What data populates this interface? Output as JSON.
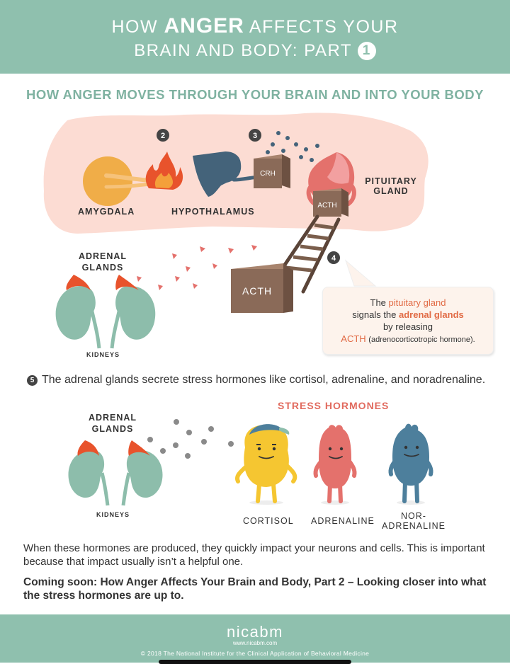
{
  "header": {
    "title_pre": "HOW",
    "title_bold": "ANGER",
    "title_post": "AFFECTS YOUR",
    "title_line2": "BRAIN AND BODY: PART",
    "part_number": "1"
  },
  "subtitle": "HOW ANGER MOVES THROUGH YOUR BRAIN AND INTO YOUR BODY",
  "brain": {
    "step2": "2",
    "step3": "3",
    "step4": "4",
    "amygdala": "AMYGDALA",
    "hypothalamus": "HYPOTHALAMUS",
    "pituitary_line1": "PITUITARY",
    "pituitary_line2": "GLAND",
    "crh": "CRH",
    "acth_small": "ACTH",
    "acth_big": "ACTH",
    "adrenal_line1": "ADRENAL",
    "adrenal_line2": "GLANDS",
    "kidneys": "KIDNEYS"
  },
  "callout": {
    "p1": "The",
    "pituitary": "pituitary gland",
    "p2": "signals the",
    "adrenal": "adrenal glands",
    "p3": "by releasing",
    "acth": "ACTH",
    "acth_full": "(adrenocorticotropic hormone)."
  },
  "step5": {
    "number": "5",
    "text": "The adrenal glands secrete stress hormones like cortisol, adrenaline, and noradrenaline."
  },
  "hormones": {
    "title": "STRESS HORMONES",
    "adrenal_line1": "ADRENAL",
    "adrenal_line2": "GLANDS",
    "kidneys": "KIDNEYS",
    "cortisol": "CORTISOL",
    "adrenaline": "ADRENALINE",
    "nor_line1": "NOR-",
    "nor_line2": "ADRENALINE"
  },
  "paragraph": "When these hormones are produced, they quickly impact your neurons and cells. This is important because that impact usually isn’t a helpful one.",
  "coming_soon": "Coming soon: How Anger Affects Your Brain and Body, Part 2 – Looking closer into what the stress hormones are up to.",
  "footer": {
    "brand": "nicabm",
    "url": "www.nicabm.com",
    "copyright": "©  2018  The National Institute for the Clinical Application of Behavioral Medicine"
  },
  "colors": {
    "teal": "#8fc0ae",
    "orange_red": "#e16a44",
    "brain_pink": "#fcdcd3",
    "brown": "#8a6a58",
    "kidney": "#8dbdab",
    "cortisol": "#f5c631",
    "adrenaline": "#e4716c",
    "noradrenaline": "#4d7f9c"
  }
}
